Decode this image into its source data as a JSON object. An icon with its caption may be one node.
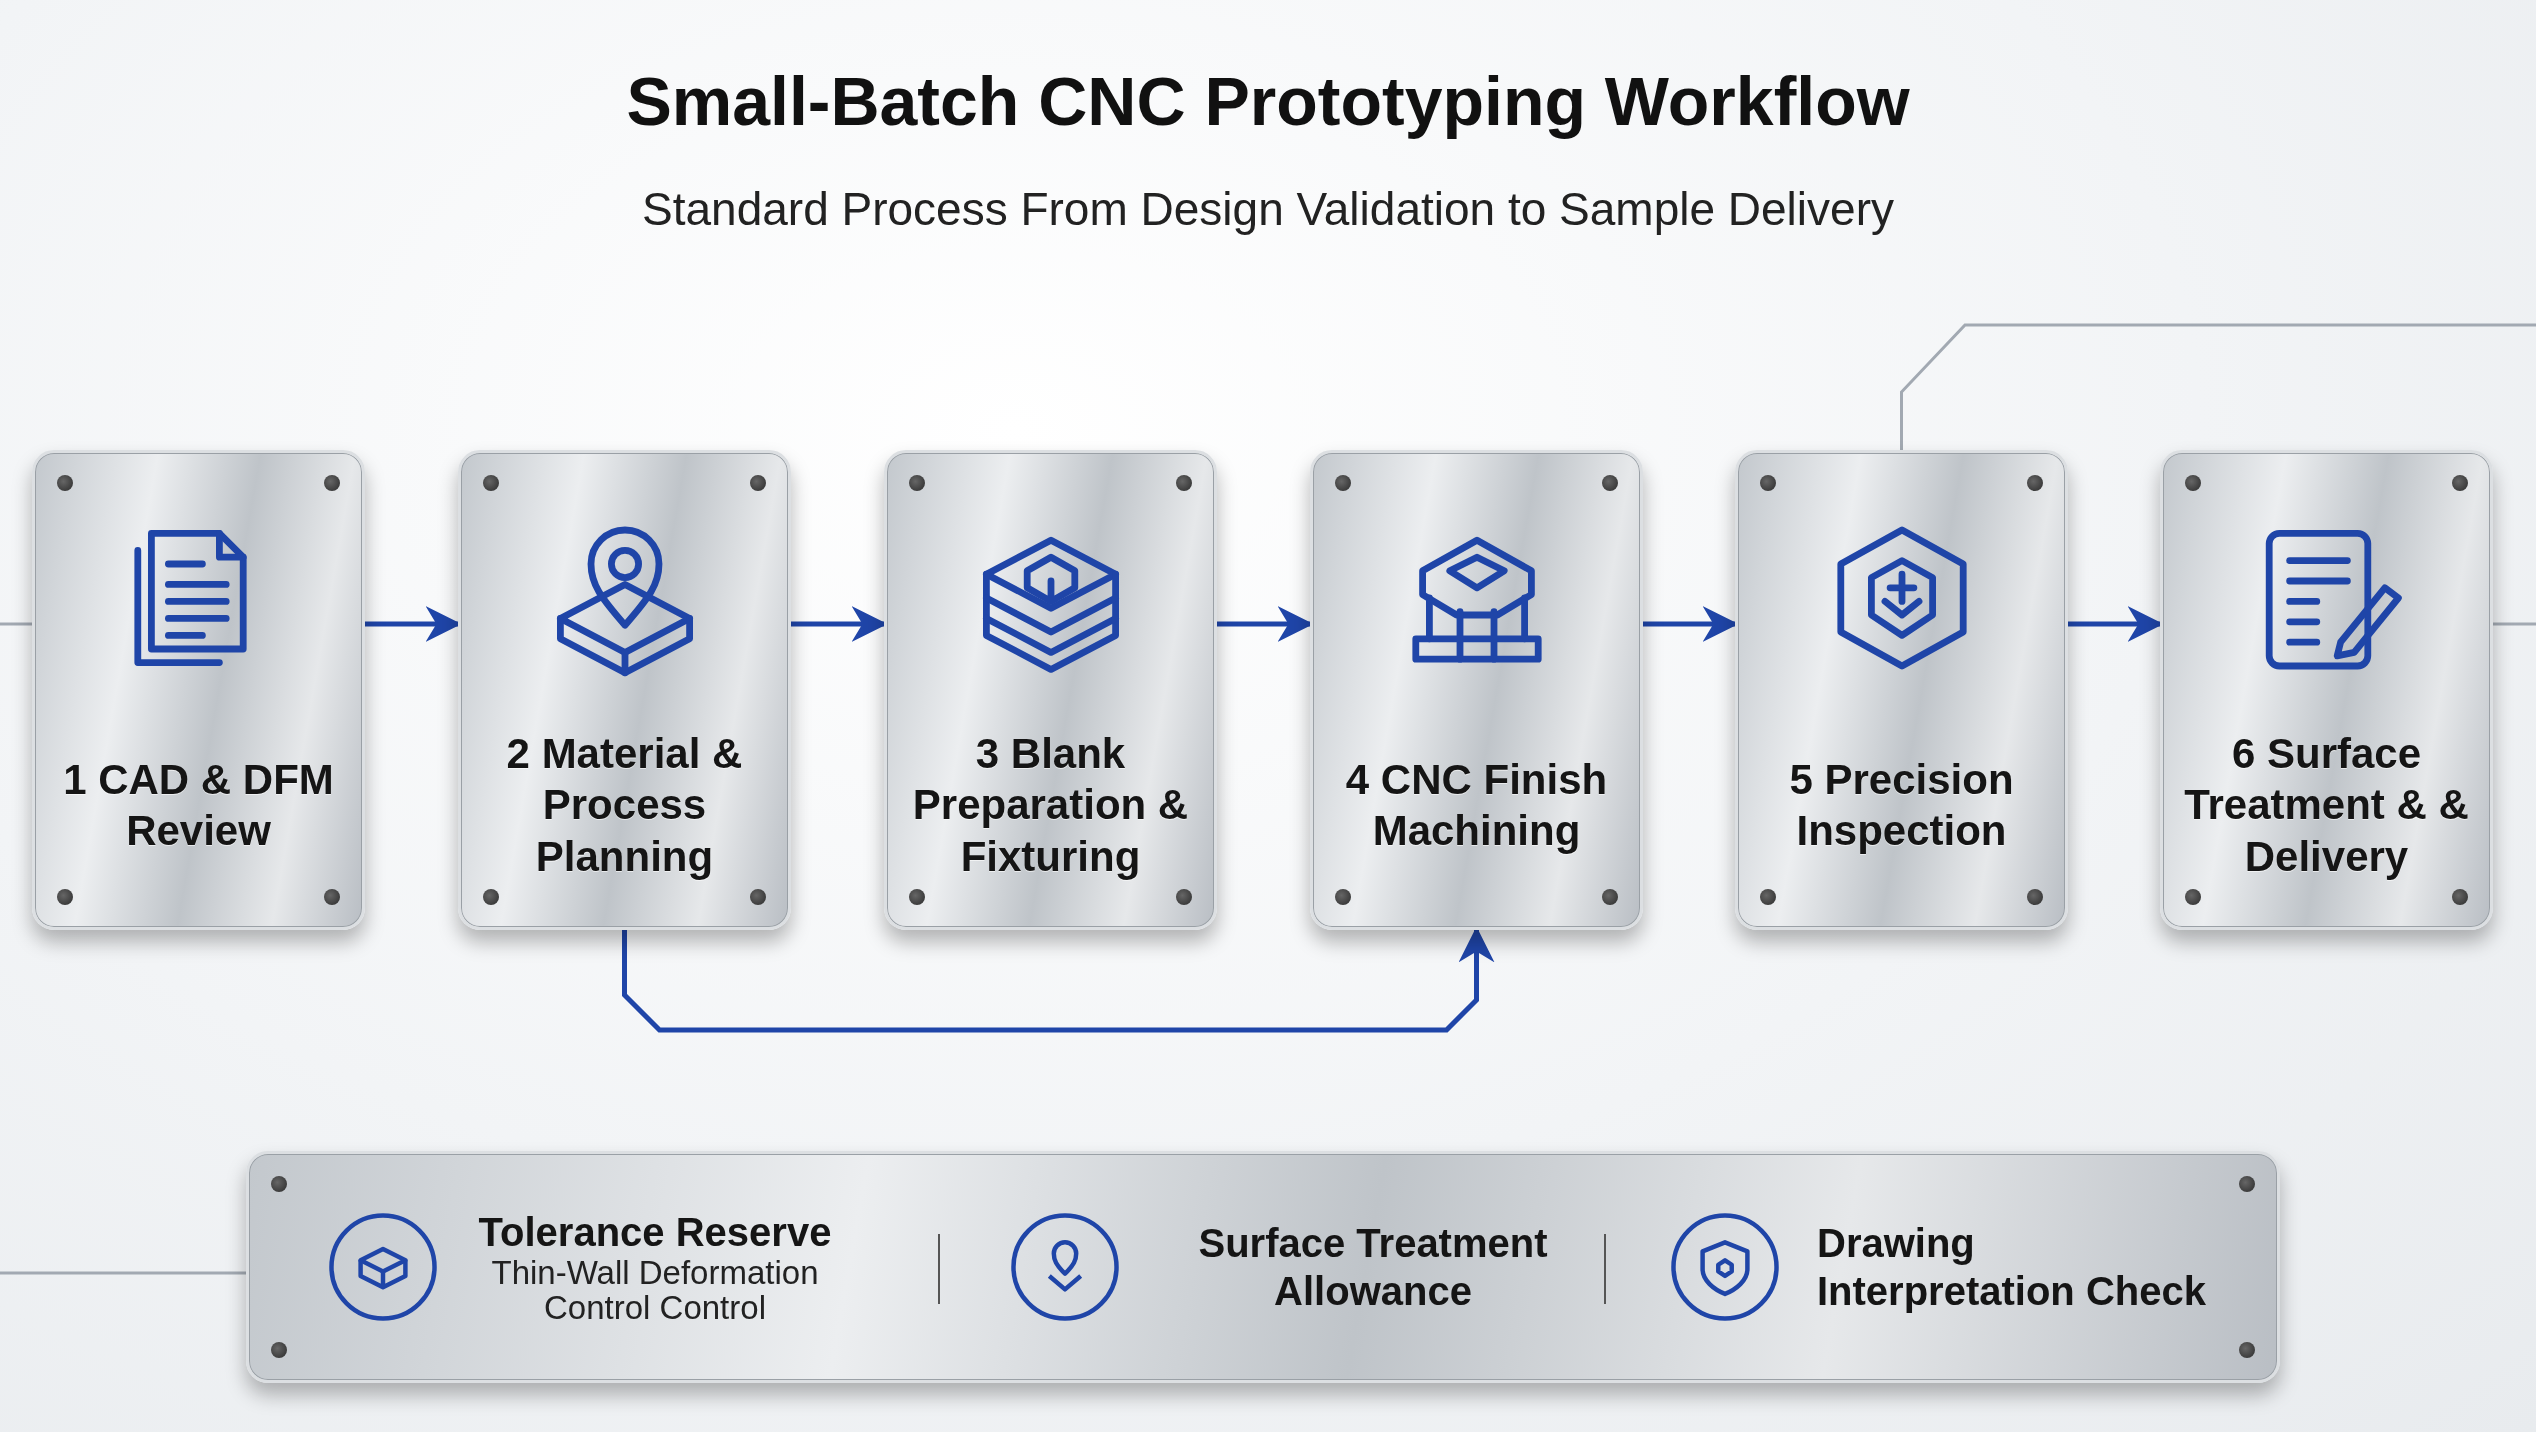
{
  "diagram": {
    "title": "Small-Batch CNC Prototyping Workflow",
    "caption": "Standard Process From Design Validation to Sample Delivery",
    "nodes": [
      {
        "text": [
          "1 CAD & DFM Review"
        ]
      },
      {
        "text": [
          "2 Material & Process Planning"
        ]
      },
      {
        "text": [
          "3 Blank Preparation & Fixturing"
        ]
      },
      {
        "text": [
          "4 CNC Finish Machining"
        ]
      },
      {
        "text": [
          "5 Precision Inspection"
        ]
      },
      {
        "text": [
          "6 Surface Treatment & & Delivery"
        ]
      },
      {
        "text": [],
        "shape": "box"
      },
      {
        "text": [
          "Tolerance Reserve",
          "Thin-Wall Deformation Control Control"
        ],
        "in": 6
      },
      {
        "text": [
          "Surface Treatment Allowance"
        ],
        "in": 6
      },
      {
        "text": [
          "Drawing Interpretation Check"
        ],
        "in": 6
      }
    ],
    "edges": [
      {
        "from": 0,
        "to": 1,
        "arrow": "to"
      },
      {
        "from": 1,
        "to": 2,
        "arrow": "to"
      },
      {
        "from": 2,
        "to": 3,
        "arrow": "to"
      },
      {
        "from": 3,
        "to": 4,
        "arrow": "to"
      },
      {
        "from": 4,
        "to": 5,
        "arrow": "to"
      },
      {
        "from": 1,
        "to": 3,
        "arrow": "to"
      },
      {
        "from": null,
        "to": 0,
        "arrow": "none",
        "color": "#a2a9b2"
      },
      {
        "from": 4,
        "to": null,
        "arrow": "none",
        "color": "#a2a9b2"
      },
      {
        "from": 5,
        "to": null,
        "arrow": "none",
        "color": "#a2a9b2"
      },
      {
        "from": null,
        "to": 6,
        "arrow": "none",
        "color": "#a2a9b2"
      }
    ]
  }
}
